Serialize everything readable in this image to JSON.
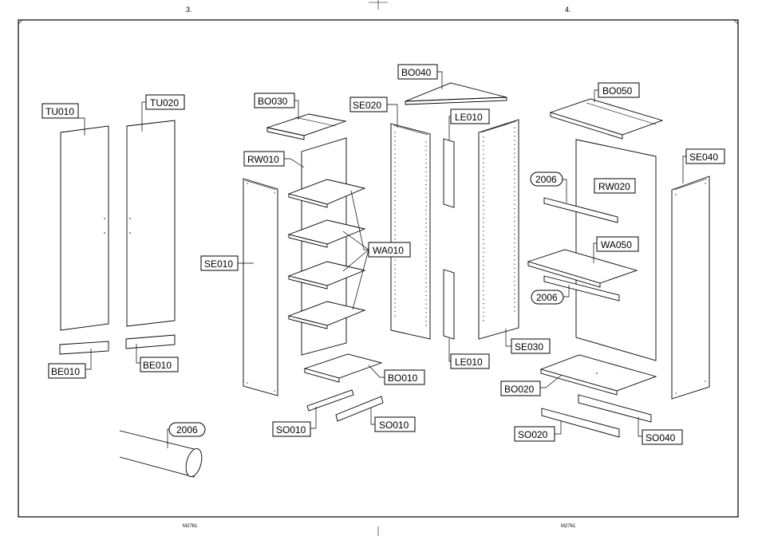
{
  "header": {
    "page_left": "3.",
    "page_right": "4."
  },
  "footer": {
    "code_left": "M2761",
    "code_right": "M2761"
  },
  "parts": {
    "TU010": "TU010",
    "TU020": "TU020",
    "BE010_a": "BE010",
    "BE010_b": "BE010",
    "tube_2006": "2006",
    "BO030": "BO030",
    "RW010": "RW010",
    "SE010": "SE010",
    "WA010": "WA010",
    "BO010": "BO010",
    "SO010_a": "SO010",
    "SO010_b": "SO010",
    "BO040": "BO040",
    "SE020": "SE020",
    "LE010_top": "LE010",
    "LE010_bottom": "LE010",
    "SE030": "SE030",
    "BO050": "BO050",
    "rod_2006_top": "2006",
    "RW020": "RW020",
    "WA050": "WA050",
    "rod_2006_bottom": "2006",
    "SE040": "SE040",
    "BO020": "BO020",
    "SO020": "SO020",
    "SO040": "SO040"
  }
}
